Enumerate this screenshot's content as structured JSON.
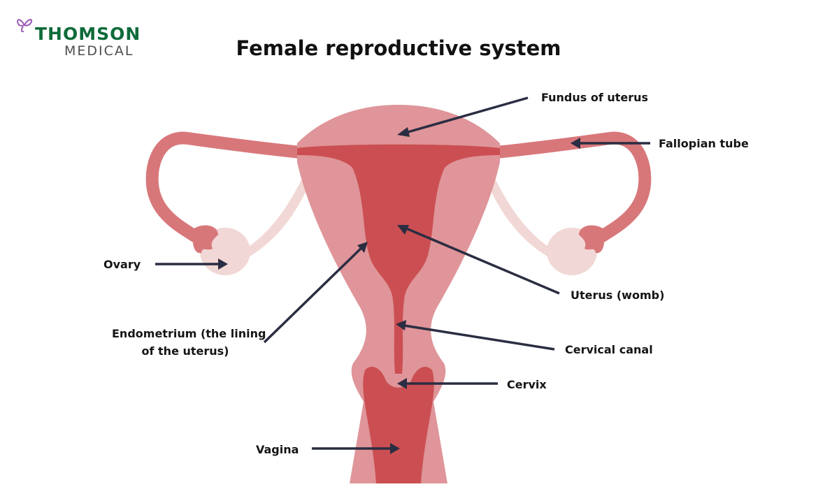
{
  "brand": {
    "line1": "THOMSON",
    "line2": "MEDICAL",
    "line1_color": "#0f6b3a",
    "line2_color": "#4d4d4d",
    "butterfly_color": "#9b59b6"
  },
  "title": "Female reproductive system",
  "colors": {
    "light_tissue": "#df9599",
    "dark_tissue": "#cb4f52",
    "tube": "#d8777a",
    "ovary": "#f1d7d5",
    "arrow": "#2b2d42",
    "text": "#151515"
  },
  "labels": {
    "fundus": "Fundus of uterus",
    "fallopian": "Fallopian tube",
    "ovary": "Ovary",
    "uterus": "Uterus (womb)",
    "endometrium_line1": "Endometrium (the lining",
    "endometrium_line2": "of the uterus)",
    "cervical_canal": "Cervical canal",
    "cervix": "Cervix",
    "vagina": "Vagina"
  }
}
